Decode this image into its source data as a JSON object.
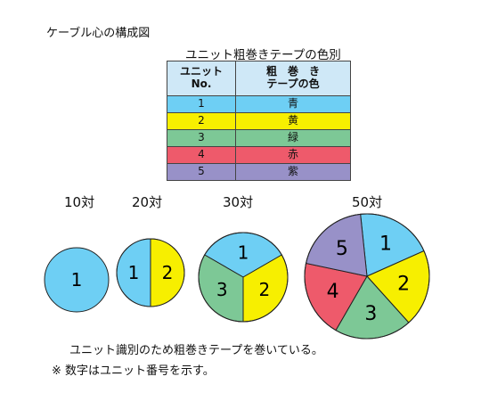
{
  "title": "ケーブル心の構成図",
  "table": {
    "title": "ユニット粗巻きテープの色別",
    "header_col1_line1": "ユニット",
    "header_col1_line2": "No.",
    "header_col2_line1": "粗　巻　き",
    "header_col2_line2": "テープの色",
    "rows": [
      {
        "no": "1",
        "color_name": "青",
        "color": "#6ecff4"
      },
      {
        "no": "2",
        "color_name": "黄",
        "color": "#f7ef00"
      },
      {
        "no": "3",
        "color_name": "緑",
        "color": "#7dc896"
      },
      {
        "no": "4",
        "color_name": "赤",
        "color": "#ee5a6b"
      },
      {
        "no": "5",
        "color_name": "紫",
        "color": "#9891c8"
      }
    ]
  },
  "pairs": [
    {
      "label": "10対",
      "units": [
        "1"
      ]
    },
    {
      "label": "20対",
      "units": [
        "1",
        "2"
      ]
    },
    {
      "label": "30対",
      "units": [
        "1",
        "2",
        "3"
      ]
    },
    {
      "label": "50対",
      "units": [
        "1",
        "2",
        "3",
        "4",
        "5"
      ]
    }
  ],
  "notes": {
    "line1": "ユニット識別のため粗巻きテープを巻いている。",
    "line2": "※ 数字はユニット番号を示す。"
  }
}
